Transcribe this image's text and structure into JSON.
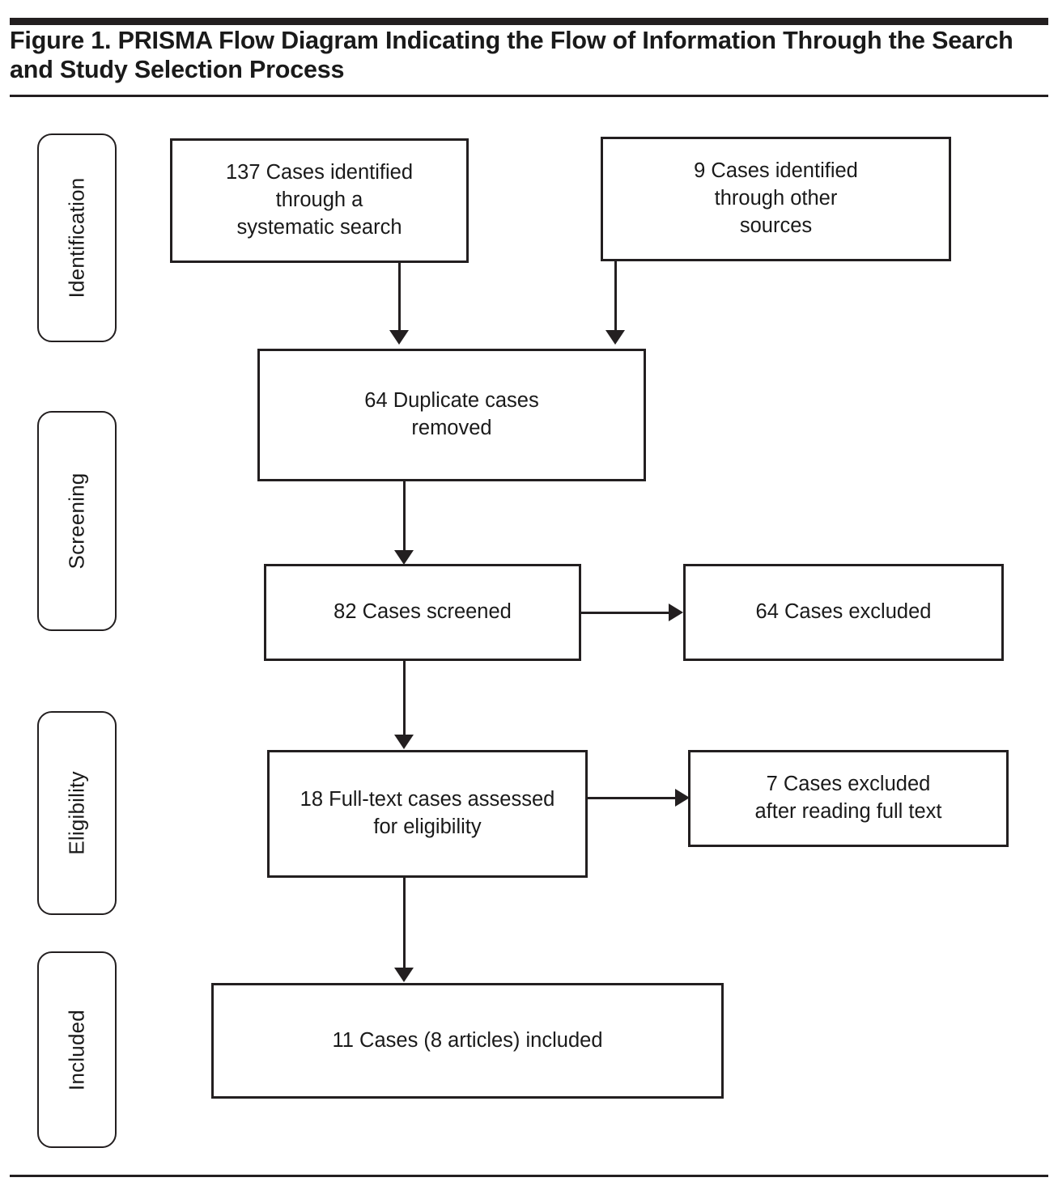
{
  "figure": {
    "title": "Figure 1. PRISMA Flow Diagram Indicating the Flow of Information Through the Search and Study Selection Process"
  },
  "stages": [
    {
      "id": "identification",
      "label": "Identification"
    },
    {
      "id": "screening",
      "label": "Screening"
    },
    {
      "id": "eligibility",
      "label": "Eligibility"
    },
    {
      "id": "included",
      "label": "Included"
    }
  ],
  "chart_data": {
    "type": "diagram",
    "diagram_kind": "PRISMA flow diagram",
    "title": "Figure 1. PRISMA Flow Diagram Indicating the Flow of Information Through the Search and Study Selection Process",
    "stages": [
      "Identification",
      "Screening",
      "Eligibility",
      "Included"
    ],
    "nodes": [
      {
        "id": "systematic-search",
        "stage": "Identification",
        "count": 137,
        "unit": "Cases",
        "text": "137 Cases identified\nthrough a\nsystematic search"
      },
      {
        "id": "other-sources",
        "stage": "Identification",
        "count": 9,
        "unit": "Cases",
        "text": "9 Cases identified\nthrough other\nsources"
      },
      {
        "id": "duplicates-removed",
        "stage": "Screening",
        "count": 64,
        "unit": "Cases",
        "text": "64 Duplicate cases\nremoved"
      },
      {
        "id": "cases-screened",
        "stage": "Screening",
        "count": 82,
        "unit": "Cases",
        "text": "82 Cases screened"
      },
      {
        "id": "cases-excluded-screening",
        "stage": "Screening",
        "count": 64,
        "unit": "Cases",
        "text": "64 Cases excluded"
      },
      {
        "id": "full-text-assessed",
        "stage": "Eligibility",
        "count": 18,
        "unit": "Cases",
        "text": "18 Full-text cases assessed\nfor eligibility"
      },
      {
        "id": "cases-excluded-fulltext",
        "stage": "Eligibility",
        "count": 7,
        "unit": "Cases",
        "text": "7 Cases excluded\nafter reading full text"
      },
      {
        "id": "cases-included",
        "stage": "Included",
        "count": 11,
        "articles": 8,
        "unit": "Cases",
        "text": "11 Cases (8 articles) included"
      }
    ],
    "edges": [
      {
        "from": "systematic-search",
        "to": "duplicates-removed",
        "direction": "down"
      },
      {
        "from": "other-sources",
        "to": "duplicates-removed",
        "direction": "down"
      },
      {
        "from": "duplicates-removed",
        "to": "cases-screened",
        "direction": "down"
      },
      {
        "from": "cases-screened",
        "to": "cases-excluded-screening",
        "direction": "right"
      },
      {
        "from": "cases-screened",
        "to": "full-text-assessed",
        "direction": "down"
      },
      {
        "from": "full-text-assessed",
        "to": "cases-excluded-fulltext",
        "direction": "right"
      },
      {
        "from": "full-text-assessed",
        "to": "cases-included",
        "direction": "down"
      }
    ],
    "colors": {
      "line": "#231f20",
      "text": "#1a1a1a",
      "background": "#ffffff"
    }
  },
  "boxes": {
    "systematic_search": "137 Cases identified\nthrough a\nsystematic search",
    "other_sources": "9 Cases identified\nthrough other\nsources",
    "duplicates_removed": "64 Duplicate cases\nremoved",
    "cases_screened": "82 Cases screened",
    "cases_excluded_screening": "64 Cases excluded",
    "full_text_assessed": "18 Full-text cases assessed\nfor eligibility",
    "cases_excluded_fulltext": "7 Cases excluded\nafter reading full text",
    "cases_included": "11 Cases (8 articles) included"
  }
}
